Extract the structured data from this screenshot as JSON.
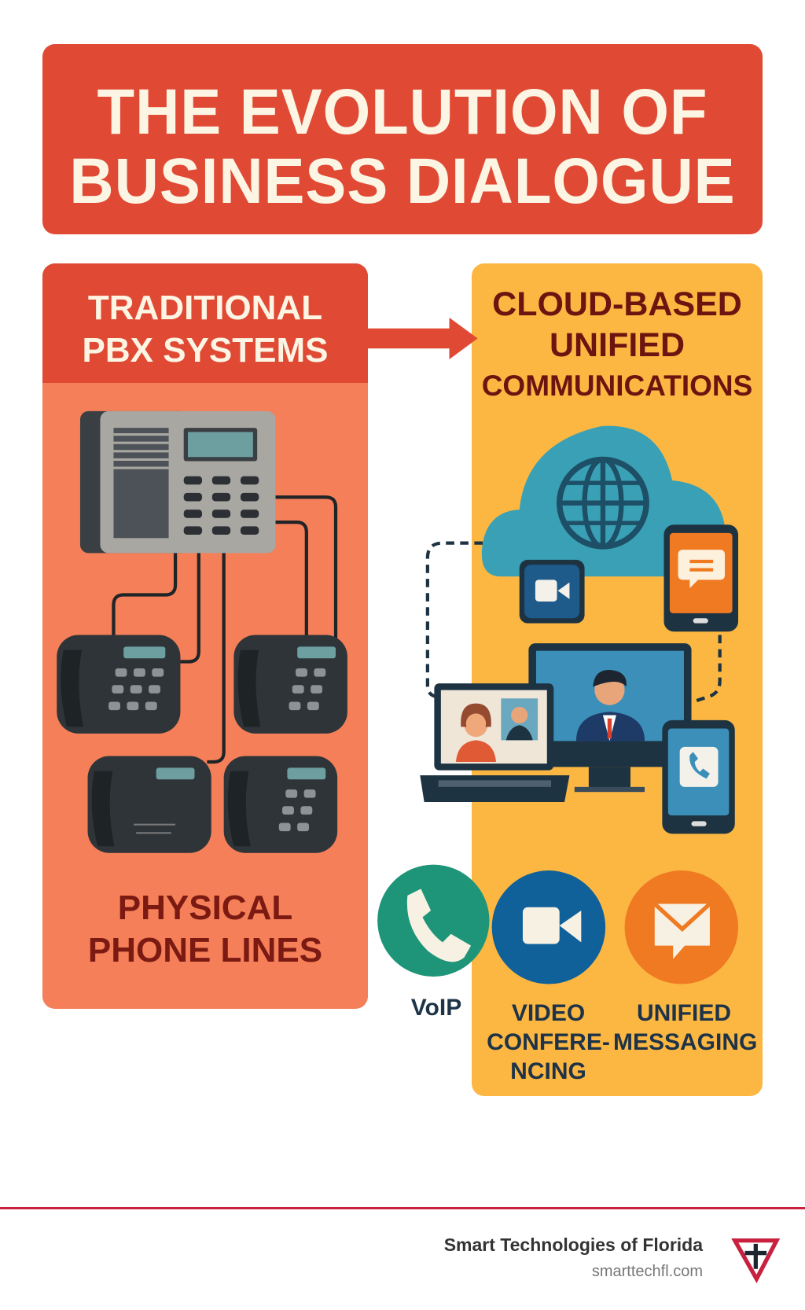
{
  "title": {
    "line1": "THE EVOLUTION OF",
    "line2": "BUSINESS DIALOGUE"
  },
  "left_panel": {
    "heading_line1": "TRADITIONAL",
    "heading_line2": "PBX SYSTEMS",
    "footer_line1": "PHYSICAL",
    "footer_line2": "PHONE LINES"
  },
  "right_panel": {
    "heading_line1": "CLOUD-BASED",
    "heading_line2": "UNIFIED",
    "heading_line3": "COMMUNICATIONS",
    "features": [
      {
        "label": "VoIP",
        "icon": "phone-icon",
        "color": "#1e9578"
      },
      {
        "label_line1": "VIDEO",
        "label_line2": "CONFERE-",
        "label_line3": "NCING",
        "icon": "video-camera-icon",
        "color": "#10609a"
      },
      {
        "label_line1": "UNIFIED",
        "label_line2": "MESSAGING",
        "icon": "message-icon",
        "color": "#ef7a22"
      }
    ]
  },
  "footer": {
    "brand": "Smart Technologies of Florida",
    "url": "smarttechfl.com"
  },
  "colors": {
    "red": "#e04a35",
    "salmon": "#f47f58",
    "amber": "#fbb742",
    "dark_red": "#6b1410",
    "accent_line": "#c8203e"
  }
}
